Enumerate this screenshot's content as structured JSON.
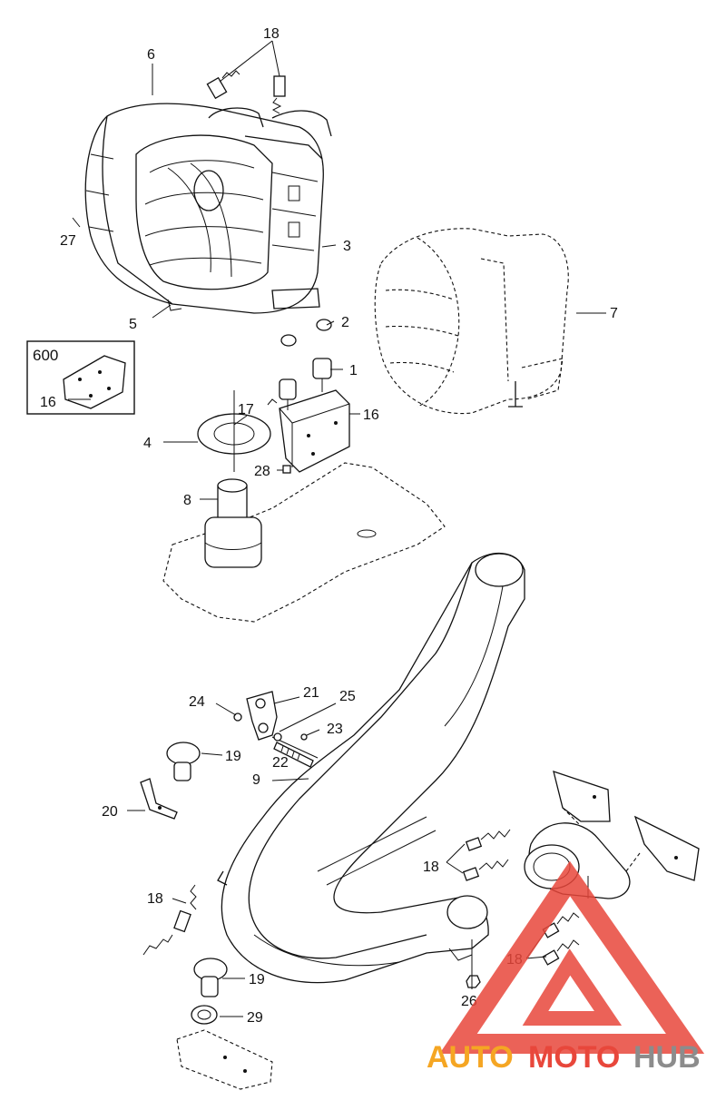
{
  "diagram": {
    "type": "exploded-parts-diagram",
    "callouts": {
      "c1": "1",
      "c2": "2",
      "c3": "3",
      "c4": "4",
      "c5": "5",
      "c6": "6",
      "c7": "7",
      "c8": "8",
      "c9": "9",
      "c16a": "16",
      "c16b": "16",
      "c17": "17",
      "c18a": "18",
      "c18b": "18",
      "c18c": "18",
      "c18d": "18",
      "c19a": "19",
      "c19b": "19",
      "c20": "20",
      "c21": "21",
      "c22": "22",
      "c23": "23",
      "c24": "24",
      "c25": "25",
      "c26": "26",
      "c27": "27",
      "c28": "28",
      "c29": "29"
    },
    "inset": {
      "label": "600",
      "part": "16"
    }
  },
  "watermark": {
    "text_part1": "AUTO",
    "text_part2": "MOTO",
    "text_part3": "HUB",
    "color_orange": "#f5a623",
    "color_red": "#e8473b",
    "color_gray": "#8c8c8c"
  }
}
